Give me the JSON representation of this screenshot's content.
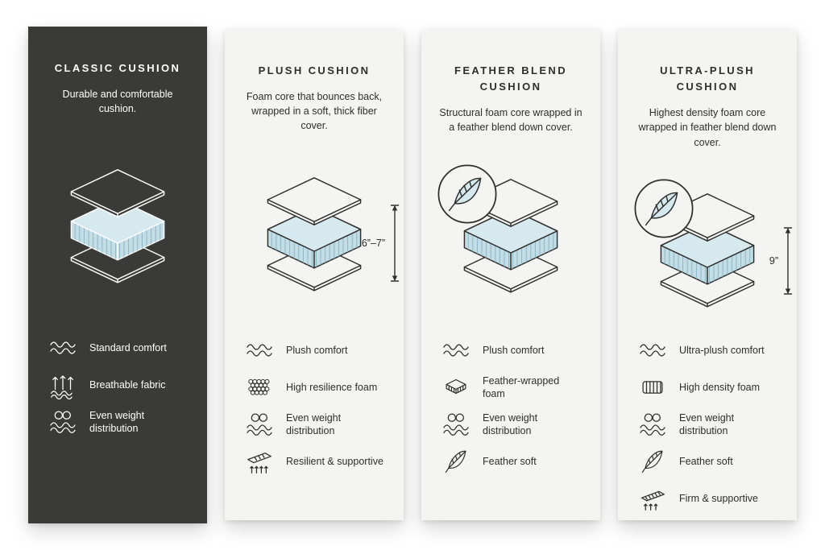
{
  "colors": {
    "page_bg": "#ffffff",
    "dark_card_bg": "#3a3a38",
    "light_card_bg": "#f4f4f2",
    "cushion_blue": "#d6e9ef",
    "line_dark": "#2e2e2c",
    "line_light": "#ffffff"
  },
  "cards": [
    {
      "title": "CLASSIC CUSHION",
      "description": "Durable and comfortable cushion.",
      "theme": "dark",
      "features": [
        {
          "icon": "waves-icon",
          "label": "Standard comfort"
        },
        {
          "icon": "breathable-icon",
          "label": "Breathable fabric"
        },
        {
          "icon": "even-weight-icon",
          "label": "Even weight distribution"
        }
      ]
    },
    {
      "title": "PLUSH CUSHION",
      "description": "Foam core that bounces back, wrapped in a soft, thick fiber cover.",
      "theme": "light",
      "height_label": "6”–7”",
      "features": [
        {
          "icon": "waves-icon",
          "label": "Plush comfort"
        },
        {
          "icon": "foam-cells-icon",
          "label": "High resilience foam"
        },
        {
          "icon": "even-weight-icon",
          "label": "Even weight distribution"
        },
        {
          "icon": "springs-icon",
          "label": "Resilient & supportive"
        }
      ]
    },
    {
      "title": "FEATHER BLEND CUSHION",
      "description": "Structural foam core wrapped in a feather blend down cover.",
      "theme": "light",
      "has_feather_badge": true,
      "features": [
        {
          "icon": "waves-icon",
          "label": "Plush comfort"
        },
        {
          "icon": "feather-wrap-icon",
          "label": "Feather-wrapped foam"
        },
        {
          "icon": "even-weight-icon",
          "label": "Even weight distribution"
        },
        {
          "icon": "feather-icon",
          "label": "Feather soft"
        }
      ]
    },
    {
      "title": "ULTRA-PLUSH CUSHION",
      "description": "Highest density foam core wrapped in feather blend down cover.",
      "theme": "light",
      "has_feather_badge": true,
      "height_label": "9”",
      "features": [
        {
          "icon": "waves-icon",
          "label": "Ultra-plush comfort"
        },
        {
          "icon": "density-icon",
          "label": "High density foam"
        },
        {
          "icon": "even-weight-icon",
          "label": "Even weight distribution"
        },
        {
          "icon": "feather-icon",
          "label": "Feather soft"
        },
        {
          "icon": "firm-icon",
          "label": "Firm & supportive"
        }
      ]
    }
  ]
}
